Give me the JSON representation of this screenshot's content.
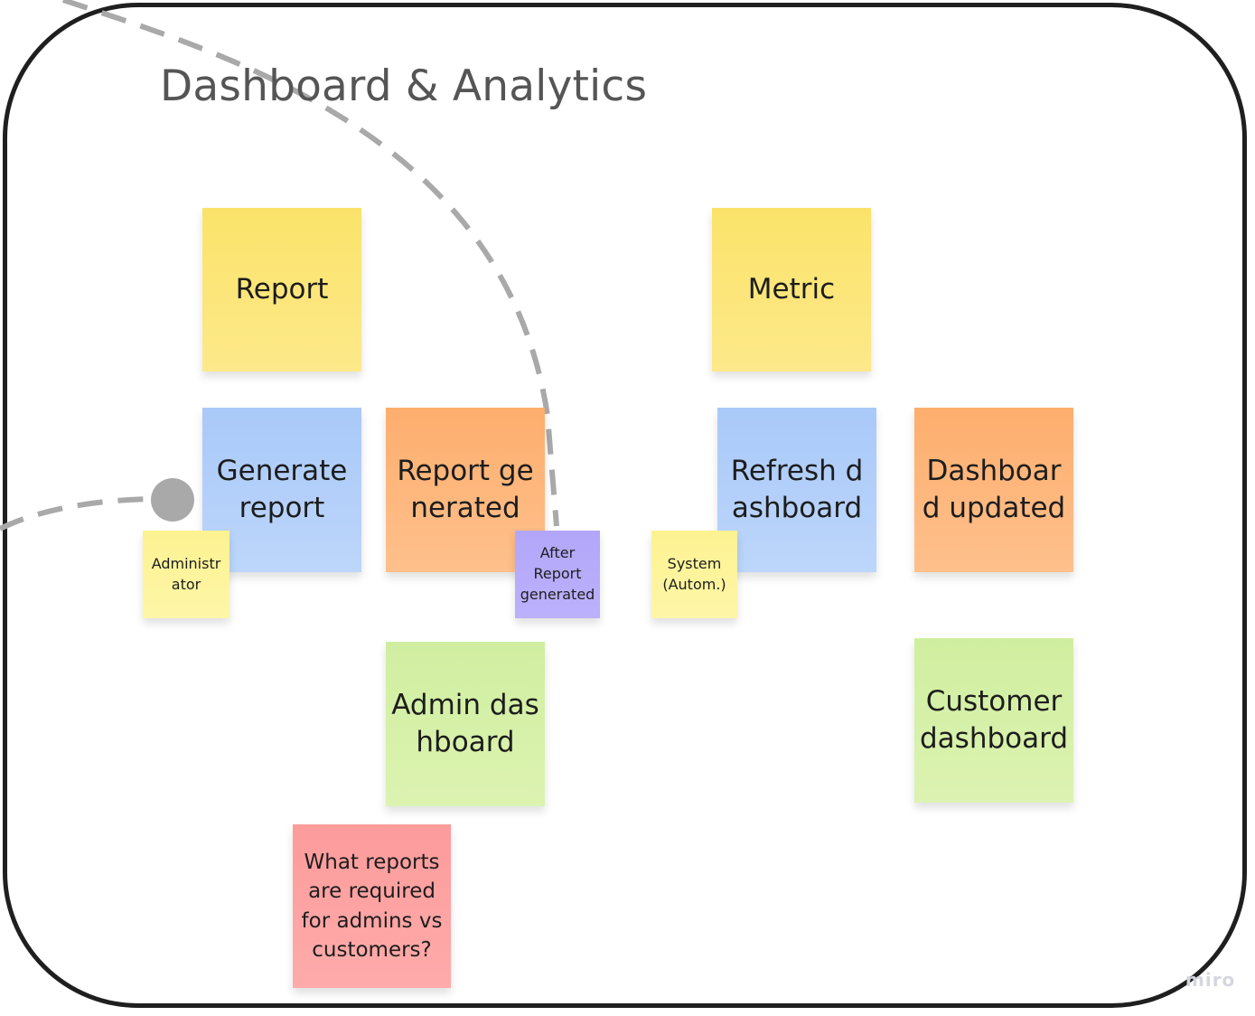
{
  "board": {
    "title": "Dashboard & Analytics",
    "watermark": "miro"
  },
  "stickies": {
    "report": "Report",
    "metric": "Metric",
    "generate_report": "Generate report",
    "report_generated": "Report generated",
    "refresh_dashboard": "Refresh dashboard",
    "dashboard_updated": "Dashboard updated",
    "administrator": "Administrator",
    "after_report_generated": "After Report generated",
    "system_autom": "System (Autom.)",
    "admin_dashboard": "Admin dashboard",
    "customer_dashboard": "Customer dashboard",
    "question": "What reports are required for admins vs customers?"
  },
  "colors": {
    "aggregate": "#fde68a",
    "command": "#b3cffa",
    "event": "#feb77d",
    "read_model": "#d6f1a8",
    "hotspot": "#fea3a3",
    "actor": "#fef49c",
    "policy": "#b7abfa",
    "connector": "#a9a9a9"
  }
}
